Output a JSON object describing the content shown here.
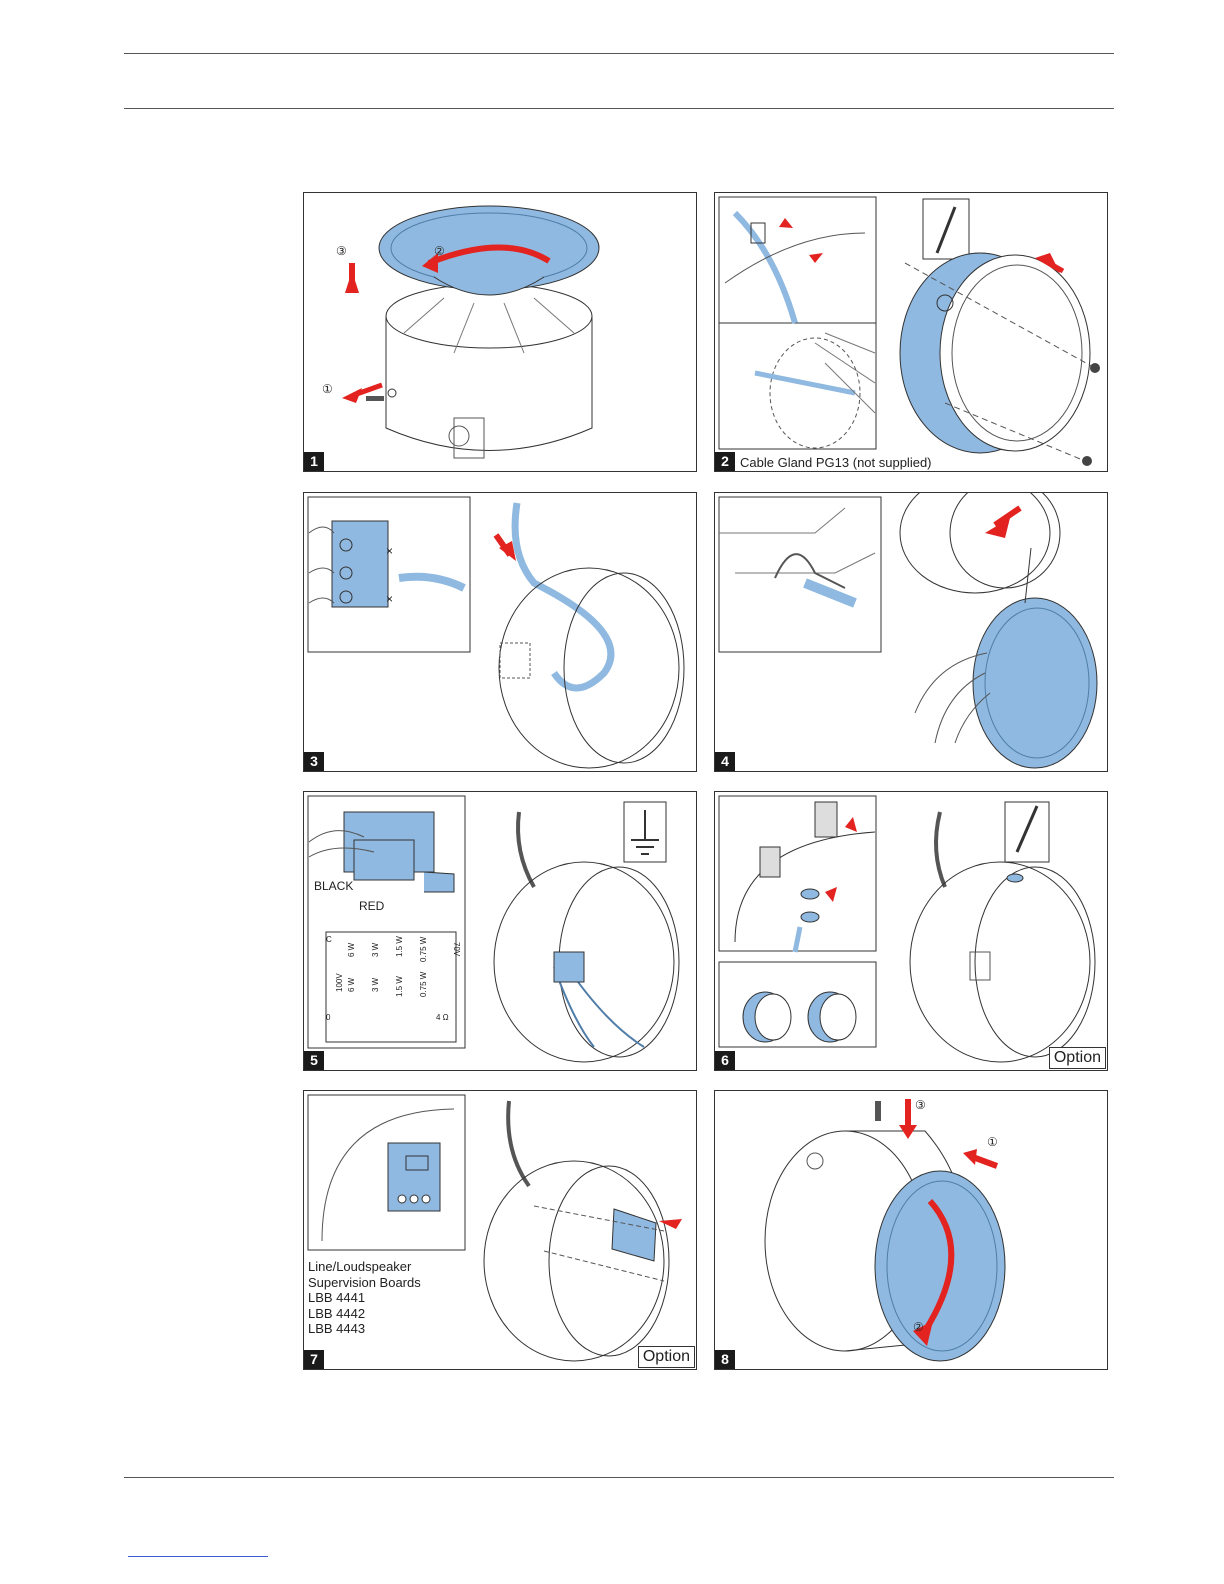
{
  "panels": [
    {
      "number": "1"
    },
    {
      "number": "2",
      "caption": "Cable Gland PG13 (not supplied)"
    },
    {
      "number": "3"
    },
    {
      "number": "4"
    },
    {
      "number": "5",
      "wire_labels": [
        "BLACK",
        "RED"
      ],
      "terminal_labels": {
        "c": "C",
        "zero": "0",
        "ohm": "4 Ω",
        "v100": "100V",
        "v70": "70V",
        "w100": [
          "6 W",
          "3 W",
          "1.5 W",
          "0.75 W"
        ],
        "w70": [
          "6 W",
          "3 W",
          "1.5 W",
          "0.75 W"
        ]
      }
    },
    {
      "number": "6",
      "option_label": "Option"
    },
    {
      "number": "7",
      "option_label": "Option",
      "boards": [
        "Line/Loudspeaker",
        "Supervision Boards",
        "LBB 4441",
        "LBB 4442",
        "LBB 4443"
      ]
    },
    {
      "number": "8"
    }
  ],
  "step_markers": {
    "one": "①",
    "two": "②",
    "three": "③"
  },
  "colors": {
    "accent_blue": "#8fb9e0",
    "arrow_red": "#e32320",
    "line": "#333333"
  }
}
